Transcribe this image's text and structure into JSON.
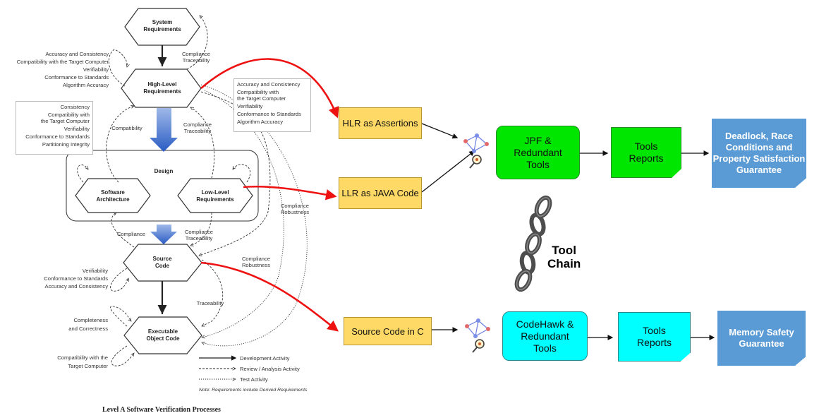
{
  "colors": {
    "orange_box": "#ffd966",
    "green_box": "#00e600",
    "cyan_box": "#00ffff",
    "blue_box": "#5b9bd5",
    "red_arrow": "#ee1111",
    "blue_arrow": "#4472c4"
  },
  "diagram": {
    "caption": "Level A Software Verification Processes",
    "nodes": {
      "system_req": "System\nRequirements",
      "hlr": "High-Level\nRequirements",
      "design": "Design",
      "sw_arch": "Software\nArchitecture",
      "llr": "Low-Level\nRequirements",
      "source": "Source\nCode",
      "exe": "Executable\nObject Code"
    },
    "hlr_checks": [
      "Accuracy and Consistency",
      "Compatibility with the Target Computer",
      "Verifiability",
      "Conformance to Standards",
      "Algorithm Accuracy"
    ],
    "llr_checks": [
      "Accuracy and Consistency",
      "Compatibility with",
      "the Target Computer",
      "Verifiability",
      "Conformance to Standards",
      "Algorithm Accuracy"
    ],
    "arch_checks": [
      "Consistency",
      "Compatibility with",
      "the Target Computer",
      "Verifiability",
      "Conformance to Standards",
      "Partitioning Integrity"
    ],
    "source_checks": [
      "Verifiability",
      "Conformance to Standards",
      "Accuracy and Consistency"
    ],
    "exe_checks1": [
      "Completeness",
      "and Correctness"
    ],
    "exe_checks2": [
      "Compatibility with the",
      "Target Computer"
    ],
    "labels": {
      "compliance_traceability_top": "Compliance\nTraceability",
      "compatibility": "Compatibility",
      "compliance_traceability_mid": "Compliance\nTraceability",
      "compliance_robustness_1": "Compliance\nRobustness",
      "compliance": "Compliance",
      "compliance_traceability_low": "Compliance\nTraceability",
      "compliance_robustness_2": "Compliance\nRobustness",
      "traceability": "Traceability"
    },
    "legend": [
      "Development Activity",
      "Review / Analysis Activity",
      "Test Activity"
    ],
    "legend_note": "Note: Requirements include Derived Requirements"
  },
  "flow": {
    "hlr_box": "HLR as Assertions",
    "llr_box": "LLR as JAVA Code",
    "src_box": "Source Code in C",
    "jpf_box": "JPF &\nRedundant\nTools",
    "codehawk_box": "CodeHawk &\nRedundant\nTools",
    "reports1": "Tools\nReports",
    "reports2": "Tools\nReports",
    "guarantee1": "Deadlock, Race\nConditions and\nProperty Satisfaction\nGuarantee",
    "guarantee2": "Memory Safety\nGuarantee",
    "toolchain": "Tool\nChain"
  }
}
